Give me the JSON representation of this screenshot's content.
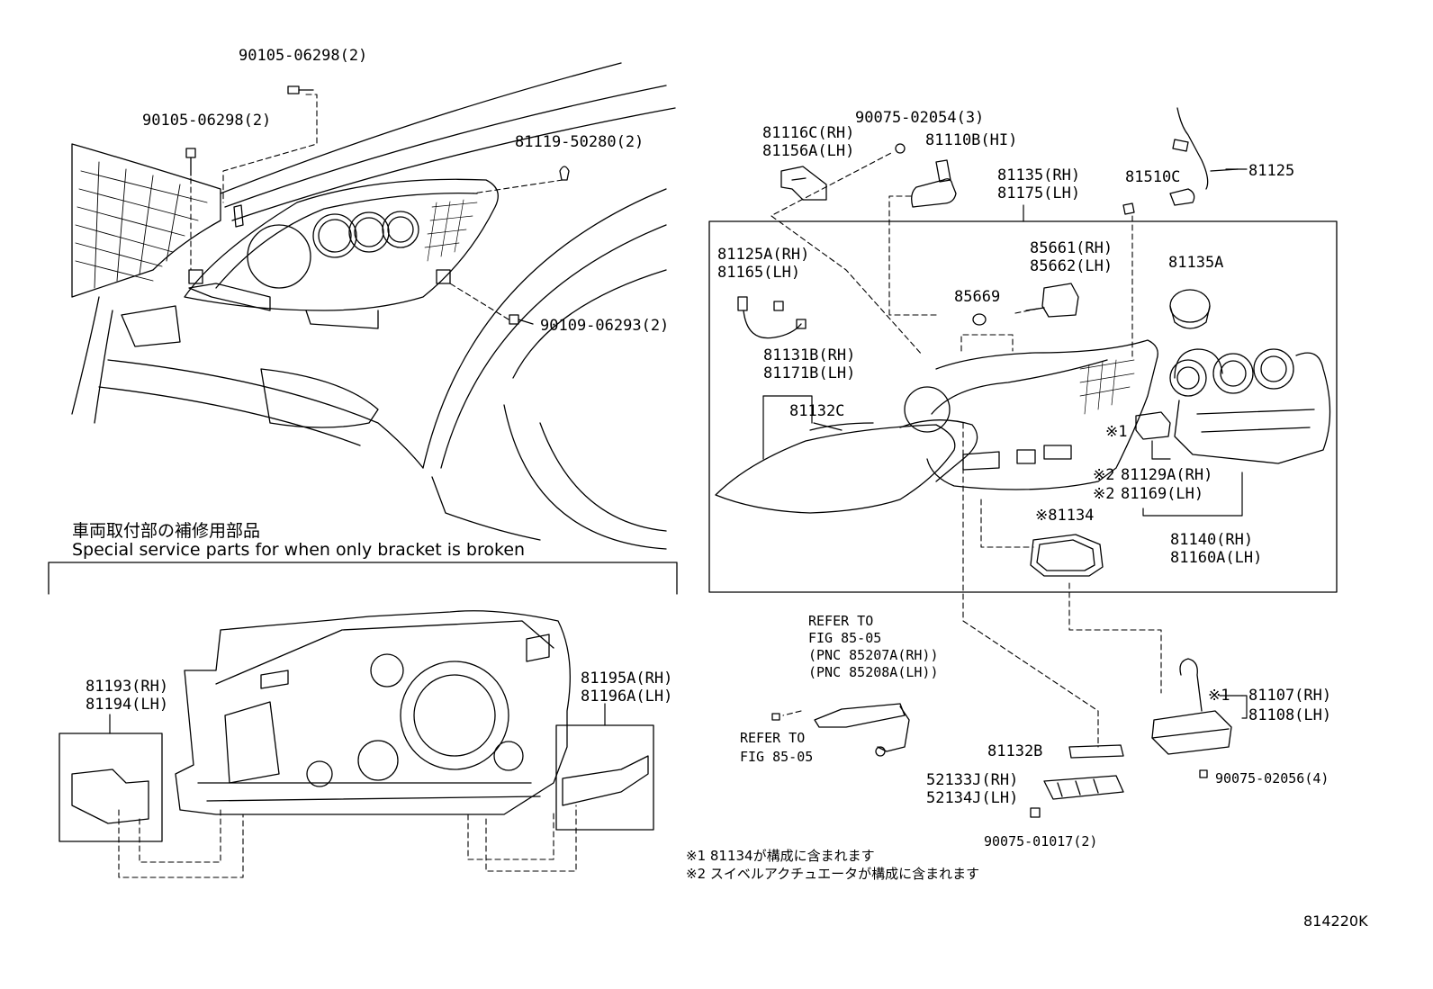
{
  "labels": {
    "p_90105_06298_top": "90105-06298(2)",
    "p_90105_06298_mid": "90105-06298(2)",
    "p_81119_50280": "81119-50280(2)",
    "p_90109_06293": "90109-06293(2)",
    "p_81116C": "81116C(RH)",
    "p_81156A": "81156A(LH)",
    "p_90075_02054": "90075-02054(3)",
    "p_81110B": "81110B(HI)",
    "p_81135": "81135(RH)",
    "p_81175": "81175(LH)",
    "p_81510C": "81510C",
    "p_81125": "81125",
    "p_81125A": "81125A(RH)",
    "p_81165": "81165(LH)",
    "p_85661": "85661(RH)",
    "p_85662": "85662(LH)",
    "p_81135A": "81135A",
    "p_85669": "85669",
    "p_81131B": "81131B(RH)",
    "p_81171B": "81171B(LH)",
    "p_81132C": "81132C",
    "p_mark1": "※1",
    "p_mark2a": "※2",
    "p_mark2b": "※2",
    "p_81129A": "81129A(RH)",
    "p_81169": "81169(LH)",
    "p_81134": "※81134",
    "p_81140": "81140(RH)",
    "p_81160A": "81160A(LH)",
    "refer1_a": "REFER TO",
    "refer1_b": "FIG 85-05",
    "refer1_c": "(PNC 85207A(RH))",
    "refer1_d": "(PNC 85208A(LH))",
    "refer2_a": "REFER TO",
    "refer2_b": "FIG 85-05",
    "p_81132B": "81132B",
    "p_52133J": "52133J(RH)",
    "p_52134J": "52134J(LH)",
    "p_90075_01017": "90075-01017(2)",
    "p_mark1b": "※1",
    "p_81107": "81107(RH)",
    "p_81108": "81108(LH)",
    "p_90075_02056": "90075-02056(4)",
    "p_81193": "81193(RH)",
    "p_81194": "81194(LH)",
    "p_81195A": "81195A(RH)",
    "p_81196A": "81196A(LH)"
  },
  "section_title_jp": "車両取付部の補修用部品",
  "section_title_en": "Special service parts for when only bracket is broken",
  "footnote1": "※1 81134が構成に含まれます",
  "footnote2": "※2 スイベルアクチュエータが構成に含まれます",
  "figure_id": "814220K"
}
